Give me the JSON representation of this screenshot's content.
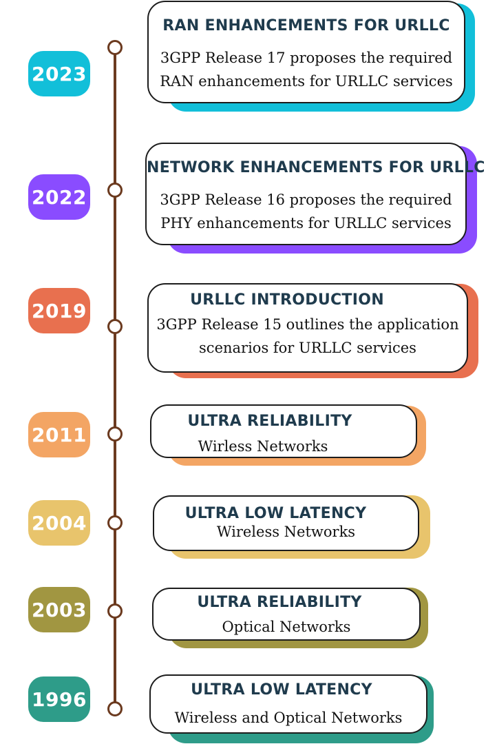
{
  "timeline": [
    {
      "year": "2023",
      "title": "RAN ENHANCEMENTS FOR URLLC",
      "desc_lines": [
        "3GPP Release 17 proposes the required",
        "RAN enhancements for URLLC services"
      ],
      "color": "#12bfd9"
    },
    {
      "year": "2022",
      "title": "NETWORK ENHANCEMENTS FOR URLLC",
      "desc_lines": [
        "3GPP Release 16 proposes the required",
        "PHY enhancements for URLLC services"
      ],
      "color": "#8a4cff"
    },
    {
      "year": "2019",
      "title": "URLLC INTRODUCTION",
      "desc_lines": [
        "3GPP Release 15 outlines the application",
        "scenarios for URLLC services"
      ],
      "color": "#e8704f"
    },
    {
      "year": "2011",
      "title": "ULTRA RELIABILITY",
      "desc_lines": [
        "Wirless Networks"
      ],
      "color": "#f3a564"
    },
    {
      "year": "2004",
      "title": "ULTRA LOW LATENCY",
      "desc_lines": [
        "Wireless Networks"
      ],
      "color": "#e8c46c"
    },
    {
      "year": "2003",
      "title": "ULTRA RELIABILITY",
      "desc_lines": [
        "Optical Networks"
      ],
      "color": "#a19641"
    },
    {
      "year": "1996",
      "title": "ULTRA LOW LATENCY",
      "desc_lines": [
        "Wireless and Optical Networks"
      ],
      "color": "#2e9c89"
    }
  ]
}
